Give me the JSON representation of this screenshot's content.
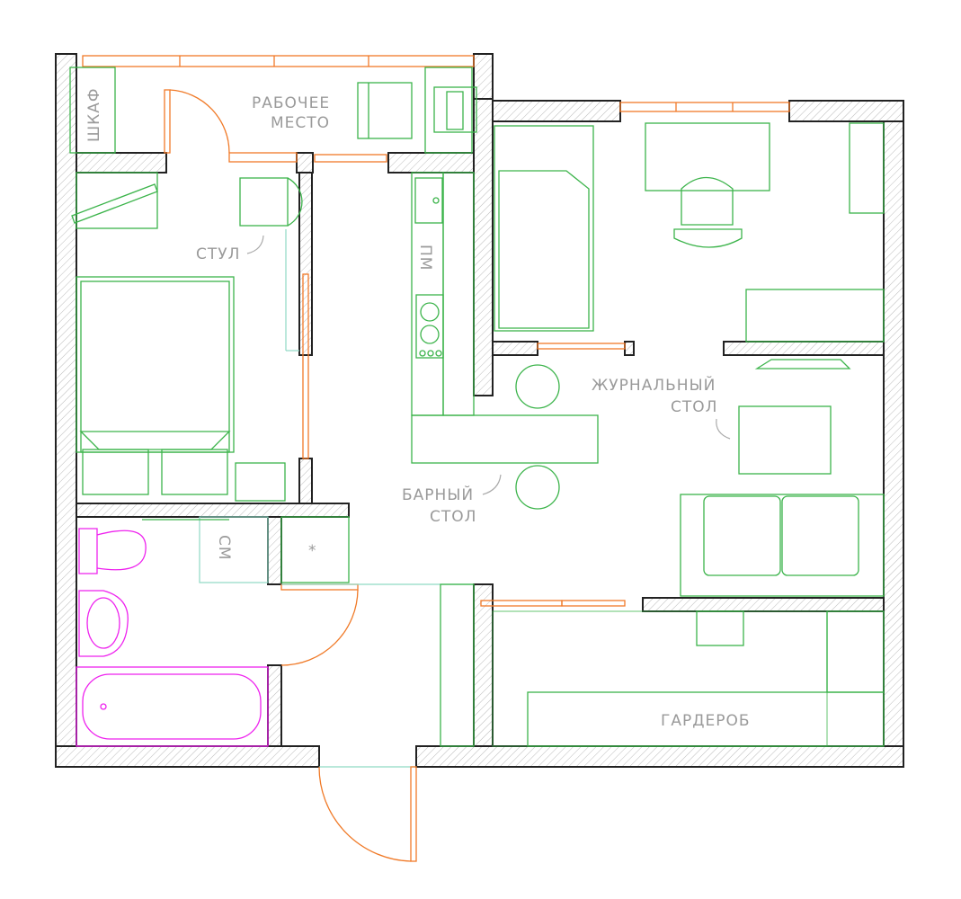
{
  "labels": {
    "wardrobe_cabinet": "ШКАФ",
    "workplace_line1": "РАБОЧЕЕ",
    "workplace_line2": "МЕСТО",
    "chair": "СТУЛ",
    "dishwasher": "ПМ",
    "coffee_table_line1": "ЖУРНАЛЬНЫЙ",
    "coffee_table_line2": "СТОЛ",
    "bar_table_line1": "БАРНЫЙ",
    "bar_table_line2": "СТОЛ",
    "washing_machine": "СМ",
    "asterisk": "*",
    "walk_in_closet": "ГАРДЕРОБ"
  },
  "colors": {
    "furniture": "#3cb44b",
    "doors_windows": "#f07a28",
    "plumbing": "#ee22ee",
    "walls": "#222222",
    "labels": "#9a9a9a"
  }
}
